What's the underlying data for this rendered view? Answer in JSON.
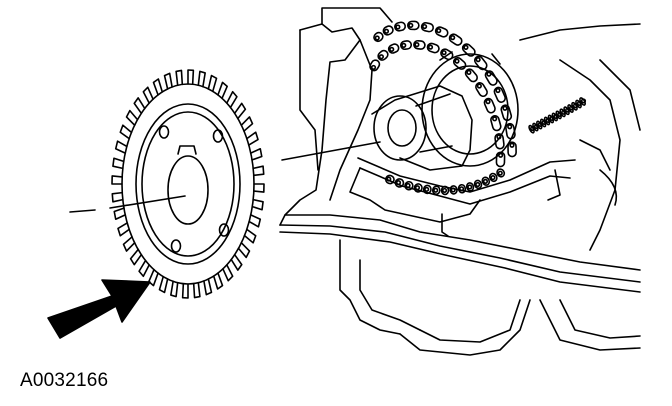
{
  "figure": {
    "id_label": "A0032166"
  },
  "colors": {
    "line": "#000000",
    "background": "#ffffff"
  },
  "parts": [
    {
      "name": "crankshaft-sprocket",
      "icon": "toothed-sprocket"
    },
    {
      "name": "engine-block"
    },
    {
      "name": "timing-chain"
    },
    {
      "name": "chain-tensioner-guide"
    },
    {
      "name": "crankshaft-nose"
    },
    {
      "name": "direction-arrow",
      "icon": "arrow-up-right"
    }
  ]
}
